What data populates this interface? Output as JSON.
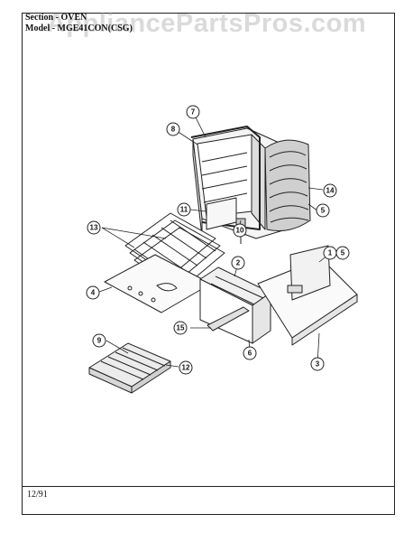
{
  "header": {
    "section_line": "Section - OVEN",
    "model_line": "Model - MGE41CON(CSG)"
  },
  "watermark": "AppliancePartsPros.com",
  "footer": {
    "date": "12/91"
  },
  "callouts": [
    {
      "id": "c7",
      "label": "7"
    },
    {
      "id": "c8",
      "label": "8"
    },
    {
      "id": "c11",
      "label": "11"
    },
    {
      "id": "c14",
      "label": "14"
    },
    {
      "id": "c5a",
      "label": "5"
    },
    {
      "id": "c13",
      "label": "13"
    },
    {
      "id": "c10",
      "label": "10"
    },
    {
      "id": "c1",
      "label": "1"
    },
    {
      "id": "c5b",
      "label": "5"
    },
    {
      "id": "c2",
      "label": "2"
    },
    {
      "id": "c4",
      "label": "4"
    },
    {
      "id": "c15",
      "label": "15"
    },
    {
      "id": "c6",
      "label": "6"
    },
    {
      "id": "c3",
      "label": "3"
    },
    {
      "id": "c9",
      "label": "9"
    },
    {
      "id": "c12",
      "label": "12"
    }
  ]
}
